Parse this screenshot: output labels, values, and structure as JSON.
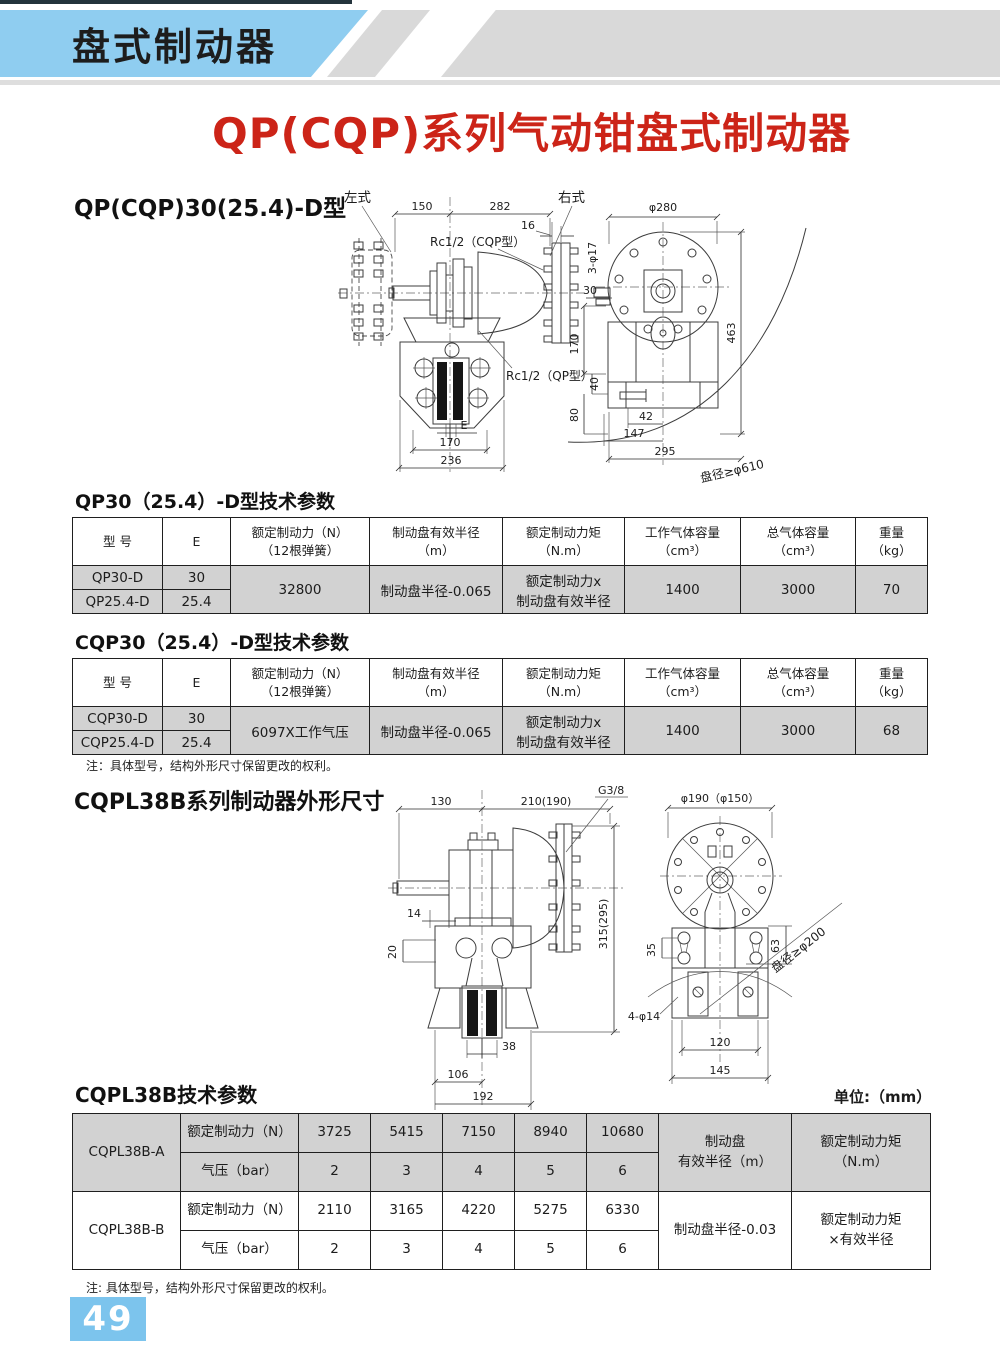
{
  "colors": {
    "banner_blue": "#8fcdf0",
    "page_box_blue": "#7cc4ed",
    "slash_gray": "#d9d9d9",
    "table_gray": "#d2d2d2",
    "title_red": "#cc2418",
    "top_bar": "#24343c"
  },
  "page": {
    "banner_title": "盘式制动器",
    "main_title": "QP(CQP)系列气动钳盘式制动器",
    "page_number": "49",
    "unit_label": "单位:（mm）"
  },
  "section1": {
    "title": "QP(CQP)30(25.4)-D型",
    "left_view": {
      "type_left": "左式",
      "type_right": "右式",
      "dim_top_left": "150",
      "dim_top_right": "282",
      "dim_16": "16",
      "port_cqp": "Rc1/2（CQP型）",
      "port_qp": "Rc1/2（QP型）",
      "dim_e": "E",
      "dim_170": "170",
      "dim_236": "236"
    },
    "front_view": {
      "dim_phi280": "φ280",
      "dim_3phi17": "3-φ17",
      "dim_30": "30",
      "dim_170": "170",
      "dim_40": "40",
      "dim_80": "80",
      "dim_463": "463",
      "dim_42": "42",
      "dim_147": "147",
      "dim_295": "295",
      "disc_note": "盘径≥φ610"
    }
  },
  "table1": {
    "title": "QP30（25.4）-D型技术参数",
    "headers": {
      "model": "型  号",
      "e": "E",
      "force": "额定制动力（N）\n（12根弹簧）",
      "radius": "制动盘有效半径\n（m）",
      "torque": "额定制动力矩\n（N.m）",
      "working_volume": "工作气体容量\n（cm³）",
      "total_volume": "总气体容量\n（cm³）",
      "weight": "重量\n（kg）"
    },
    "rows": [
      {
        "model": "QP30-D",
        "e": "30"
      },
      {
        "model": "QP25.4-D",
        "e": "25.4"
      }
    ],
    "force": "32800",
    "radius": "制动盘半径-0.065",
    "torque": "额定制动力x\n制动盘有效半径",
    "working_volume": "1400",
    "total_volume": "3000",
    "weight": "70"
  },
  "table2": {
    "title": "CQP30（25.4）-D型技术参数",
    "headers": {
      "model": "型  号",
      "e": "E",
      "force": "额定制动力（N）\n（12根弹簧）",
      "radius": "制动盘有效半径\n（m）",
      "torque": "额定制动力矩\n（N.m）",
      "working_volume": "工作气体容量\n（cm³）",
      "total_volume": "总气体容量\n（cm³）",
      "weight": "重量\n（kg）"
    },
    "rows": [
      {
        "model": "CQP30-D",
        "e": "30"
      },
      {
        "model": "CQP25.4-D",
        "e": "25.4"
      }
    ],
    "force": "6097X工作气压",
    "radius": "制动盘半径-0.065",
    "torque": "额定制动力x\n制动盘有效半径",
    "working_volume": "1400",
    "total_volume": "3000",
    "weight": "68",
    "note": "注：具体型号，结构外形尺寸保留更改的权利。"
  },
  "section2": {
    "title": "CQPL38B系列制动器外形尺寸",
    "left_view": {
      "dim_130": "130",
      "dim_210": "210(190)",
      "port": "G3/8",
      "dim_315": "315(295)",
      "dim_14": "14",
      "dim_20": "20",
      "dim_38": "38",
      "dim_106": "106",
      "dim_192": "192"
    },
    "front_view": {
      "dim_phi190": "φ190（φ150）",
      "dim_35": "35",
      "dim_63": "63",
      "disc_note": "盘径≥φ200",
      "dim_4phi14": "4-φ14",
      "dim_120": "120",
      "dim_145": "145"
    }
  },
  "table3": {
    "title": "CQPL38B技术参数",
    "groups": [
      {
        "model": "CQPL38B-A",
        "force_label": "额定制动力（N）",
        "force_values": [
          "3725",
          "5415",
          "7150",
          "8940",
          "10680"
        ],
        "pressure_label": "气压（bar）",
        "pressure_values": [
          "2",
          "3",
          "4",
          "5",
          "6"
        ],
        "radius": "制动盘\n有效半径（m）",
        "torque": "额定制动力矩\n（N.m）"
      },
      {
        "model": "CQPL38B-B",
        "force_label": "额定制动力（N）",
        "force_values": [
          "2110",
          "3165",
          "4220",
          "5275",
          "6330"
        ],
        "pressure_label": "气压（bar）",
        "pressure_values": [
          "2",
          "3",
          "4",
          "5",
          "6"
        ],
        "radius": "制动盘半径-0.03",
        "torque": "额定制动力矩\n×有效半径"
      }
    ],
    "note": "注: 具体型号，结构外形尺寸保留更改的权利。"
  }
}
